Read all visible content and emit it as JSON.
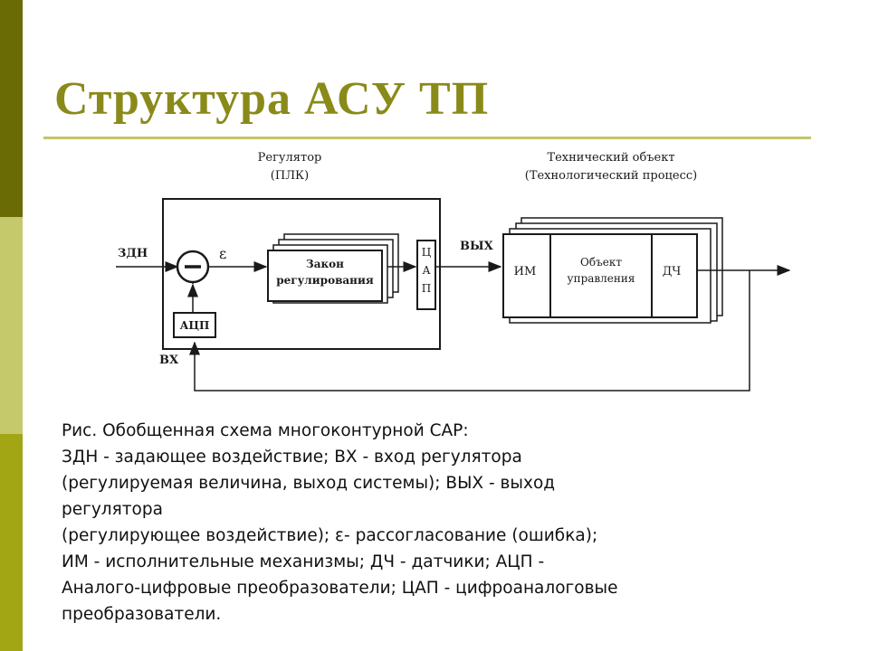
{
  "slide": {
    "title": "Структура АСУ ТП"
  },
  "diagram": {
    "regulator_label_1": "Регулятор",
    "regulator_label_2": "(ПЛК)",
    "object_label_1": "Технический объект",
    "object_label_2": "(Технологический процесс)",
    "input_zdn": "ЗДН",
    "epsilon": "ε",
    "law_1": "Закон",
    "law_2": "регулирования",
    "dac_letters": [
      "Ц",
      "А",
      "П"
    ],
    "output_vyh": "ВЫХ",
    "im": "ИМ",
    "object_1": "Объект",
    "object_2": "управления",
    "dch": "ДЧ",
    "adc": "АЦП",
    "input_vh": "ВХ",
    "minus": "−"
  },
  "caption": {
    "lines": [
      "Рис. Обобщенная схема многоконтурной САР:",
      "ЗДН - задающее воздействие; ВХ - вход регулятора",
      "(регулируемая величина, выход системы); ВЫХ - выход",
      "регулятора",
      "(регулирующее воздействие); ε- рассогласование (ошибка);",
      "ИМ - исполнительные механизмы; ДЧ - датчики; АЦП -",
      "Аналого-цифровые преобразователи; ЦАП - цифроаналоговые",
      "преобразователи."
    ]
  },
  "colors": {
    "sidebar_dark": "#6b6b05",
    "sidebar_light": "#c6c96b",
    "sidebar_mid": "#a2a514",
    "title": "#8a8a1a",
    "rule": "#c3c56a"
  }
}
